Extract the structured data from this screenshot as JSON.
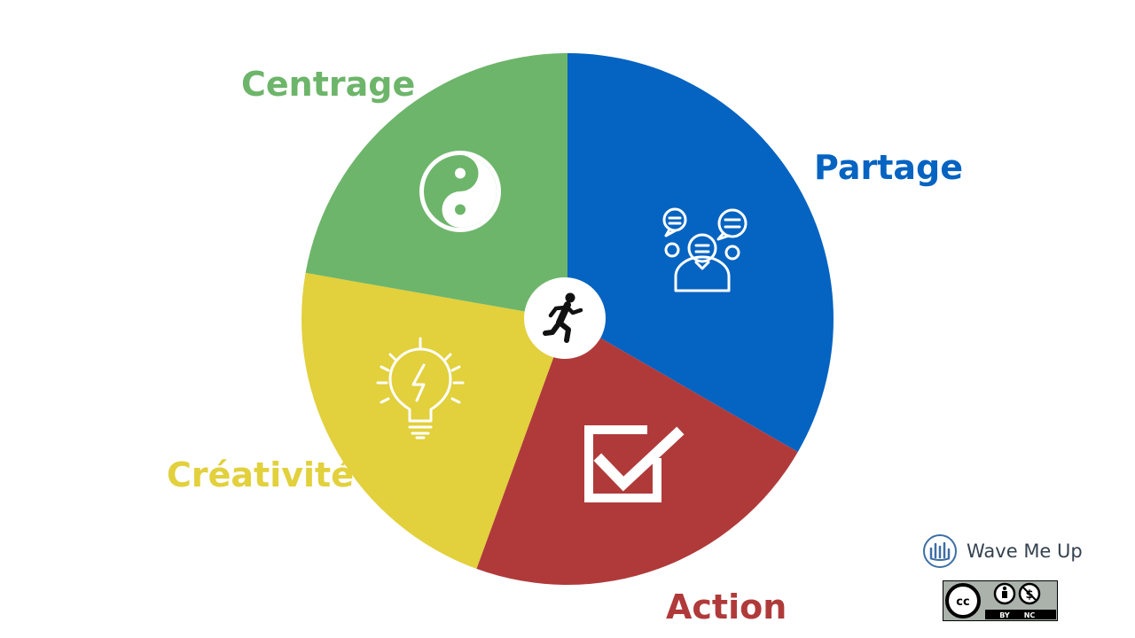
{
  "segments": {
    "partage": {
      "label": "Partage",
      "color": "#0563c1",
      "icon": "discussion-bubbles-icon"
    },
    "action": {
      "label": "Action",
      "color": "#b03a3a",
      "icon": "checkbox-checked-icon"
    },
    "creativite": {
      "label": "Créativité",
      "color": "#e2d03c",
      "icon": "lightbulb-icon"
    },
    "centrage": {
      "label": "Centrage",
      "color": "#6db56a",
      "icon": "yin-yang-icon"
    }
  },
  "center_icon": "running-person-icon",
  "brand": {
    "name": "Wave Me Up",
    "icon": "wave-logo-icon"
  },
  "license": {
    "icon": "cc-by-nc-badge",
    "by": "BY",
    "nc": "NC"
  }
}
